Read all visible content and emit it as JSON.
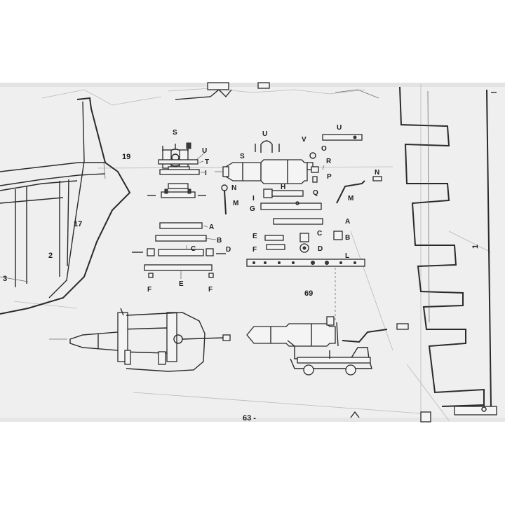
{
  "labels": {
    "hull_19": "19",
    "hull_17": "17",
    "hull_2": "2",
    "hull_3": "3",
    "front_S": "S",
    "front_U": "U",
    "front_T": "T",
    "front_I": "I",
    "front_A": "A",
    "front_B": "B",
    "front_C": "C",
    "front_D": "D",
    "front_E": "E",
    "front_F_left": "F",
    "front_F_right": "F",
    "side_U_top": "U",
    "side_U_right": "U",
    "side_S": "S",
    "side_V": "V",
    "side_O": "O",
    "side_R": "R",
    "side_P": "P",
    "side_Q": "Q",
    "side_N_small": "N",
    "side_M_small": "M",
    "side_N": "N",
    "side_M": "M",
    "side_H": "H",
    "side_I": "I",
    "side_G": "G",
    "side_A": "A",
    "side_C": "C",
    "side_B": "B",
    "side_E": "E",
    "side_F": "F",
    "side_D": "D",
    "side_L": "L",
    "figure_number": "69",
    "page_number": "63 -",
    "frame_1": "1"
  }
}
